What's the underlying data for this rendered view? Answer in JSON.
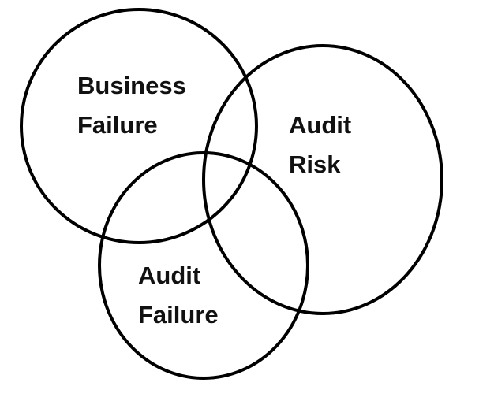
{
  "diagram": {
    "type": "venn",
    "stroke_color": "#000000",
    "background": "#ffffff",
    "sets": [
      {
        "id": "business-failure",
        "lines": [
          "Business",
          "Failure"
        ]
      },
      {
        "id": "audit-risk",
        "lines": [
          "Audit",
          "Risk"
        ]
      },
      {
        "id": "audit-failure",
        "lines": [
          "Audit",
          "Failure"
        ]
      }
    ]
  }
}
